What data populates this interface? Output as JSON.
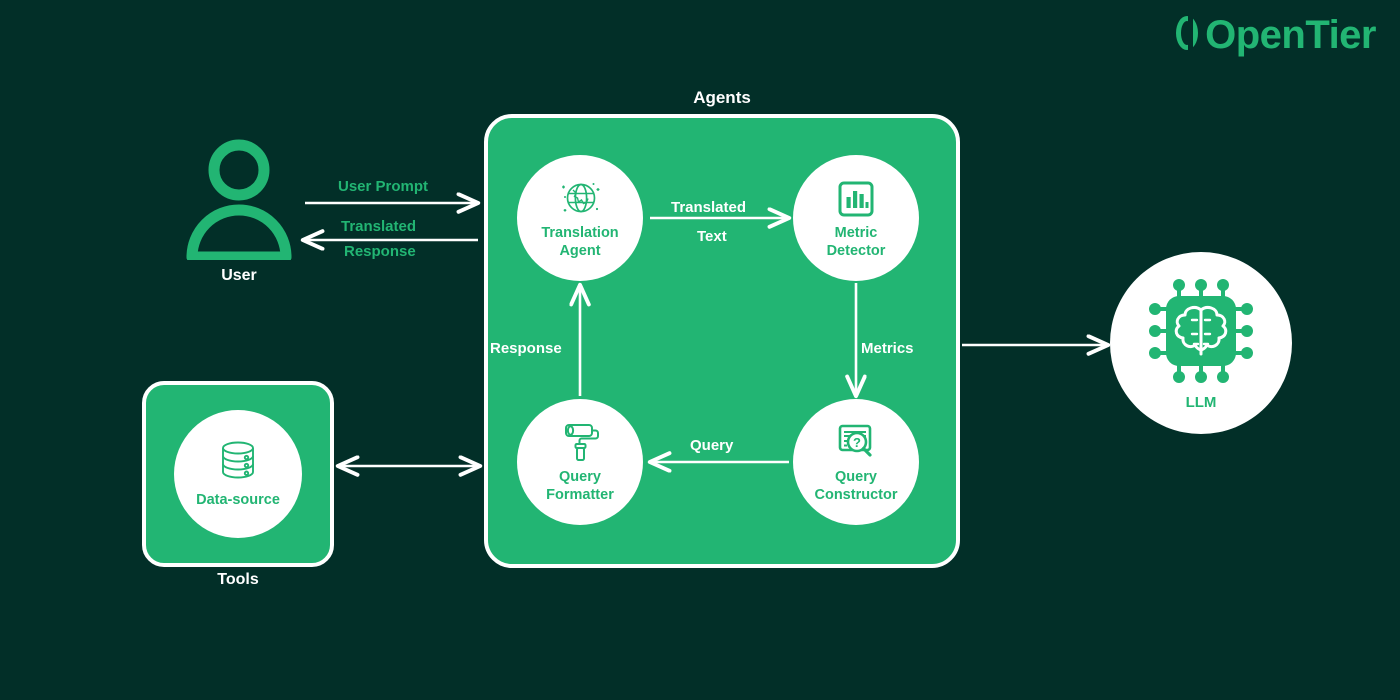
{
  "brand": {
    "name": "OpenTier",
    "logo_mark": "split-o-logo-icon",
    "color": "#22b573"
  },
  "theme": {
    "background": "#022f28",
    "accent_green": "#22b573",
    "white": "#ffffff"
  },
  "diagram": {
    "type": "flow-diagram",
    "groups": {
      "agents": {
        "title": "Agents",
        "nodes": [
          {
            "id": "translation-agent",
            "label_line1": "Translation",
            "label_line2": "Agent",
            "icon": "globe-icon"
          },
          {
            "id": "metric-detector",
            "label_line1": "Metric",
            "label_line2": "Detector",
            "icon": "bar-chart-icon"
          },
          {
            "id": "query-formatter",
            "label_line1": "Query",
            "label_line2": "Formatter",
            "icon": "paint-roller-icon"
          },
          {
            "id": "query-constructor",
            "label_line1": "Query",
            "label_line2": "Constructor",
            "icon": "magnifier-question-icon"
          }
        ]
      },
      "tools": {
        "title": "Tools",
        "nodes": [
          {
            "id": "data-source",
            "label": "Data-source",
            "icon": "database-icon"
          }
        ]
      },
      "user": {
        "label": "User",
        "icon": "user-icon"
      },
      "llm": {
        "label": "LLM",
        "icon": "ai-chip-brain-icon"
      }
    },
    "edges": [
      {
        "id": "user-prompt",
        "label_line1": "User Prompt",
        "label_line2": "",
        "from": "user",
        "to": "agents",
        "direction": "right",
        "color": "#22b573"
      },
      {
        "id": "translated-response",
        "label_line1": "Translated",
        "label_line2": "Response",
        "from": "agents",
        "to": "user",
        "direction": "left",
        "color": "#22b573"
      },
      {
        "id": "translated-text",
        "label_line1": "Translated",
        "label_line2": "Text",
        "from": "translation-agent",
        "to": "metric-detector",
        "direction": "right",
        "color": "#ffffff"
      },
      {
        "id": "metrics",
        "label_line1": "Metrics",
        "label_line2": "",
        "from": "metric-detector",
        "to": "query-constructor",
        "direction": "down",
        "color": "#ffffff"
      },
      {
        "id": "query",
        "label_line1": "Query",
        "label_line2": "",
        "from": "query-constructor",
        "to": "query-formatter",
        "direction": "left",
        "color": "#ffffff"
      },
      {
        "id": "response",
        "label_line1": "Response",
        "label_line2": "",
        "from": "query-formatter",
        "to": "translation-agent",
        "direction": "up",
        "color": "#ffffff"
      },
      {
        "id": "tools-agents",
        "label_line1": "",
        "label_line2": "",
        "from": "tools",
        "to": "agents",
        "direction": "bidirectional",
        "color": "#ffffff"
      },
      {
        "id": "agents-llm",
        "label_line1": "",
        "label_line2": "",
        "from": "agents",
        "to": "llm",
        "direction": "right",
        "color": "#ffffff"
      }
    ]
  }
}
